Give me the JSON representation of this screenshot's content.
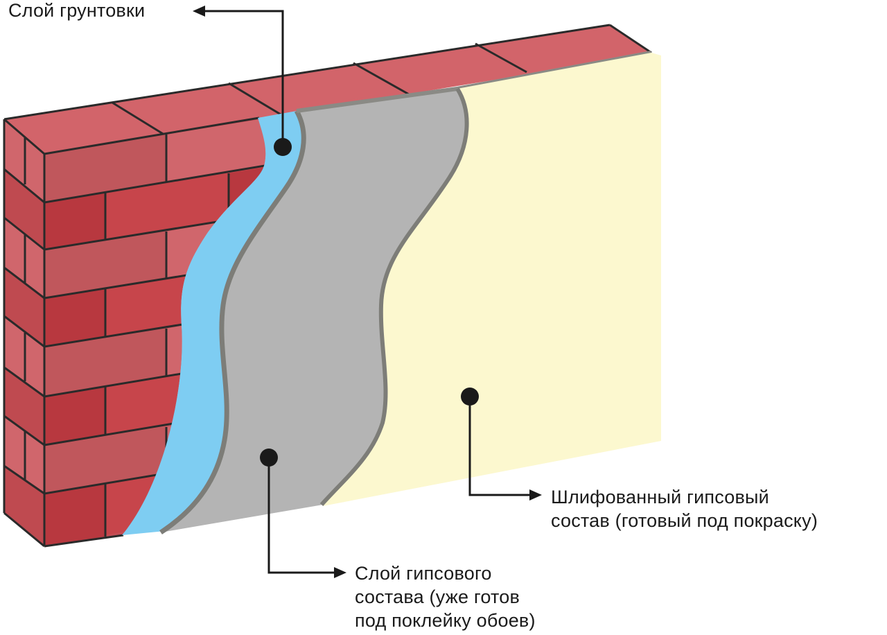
{
  "diagram": {
    "labels": {
      "primer": "Слой грунтовки",
      "finish": {
        "line1": "Шлифованный гипсовый",
        "line2": "состав (готовый под покраску)"
      },
      "gypsum": {
        "line1": "Слой гипсового",
        "line2": "состава (уже готов",
        "line3": "под поклейку обоев)"
      }
    },
    "colors": {
      "brick_face": "#c44e55",
      "brick_front": "#c85a60",
      "brick_dark": "#b8383f",
      "brick_top": "#d2646a",
      "mortar": "#2a2a2a",
      "primer": "#7ecdf2",
      "gypsum": "#b4b4b4",
      "gypsum_edge": "#7d7d78",
      "finish": "#fcf8cf",
      "leader": "#1a1a1a"
    }
  }
}
